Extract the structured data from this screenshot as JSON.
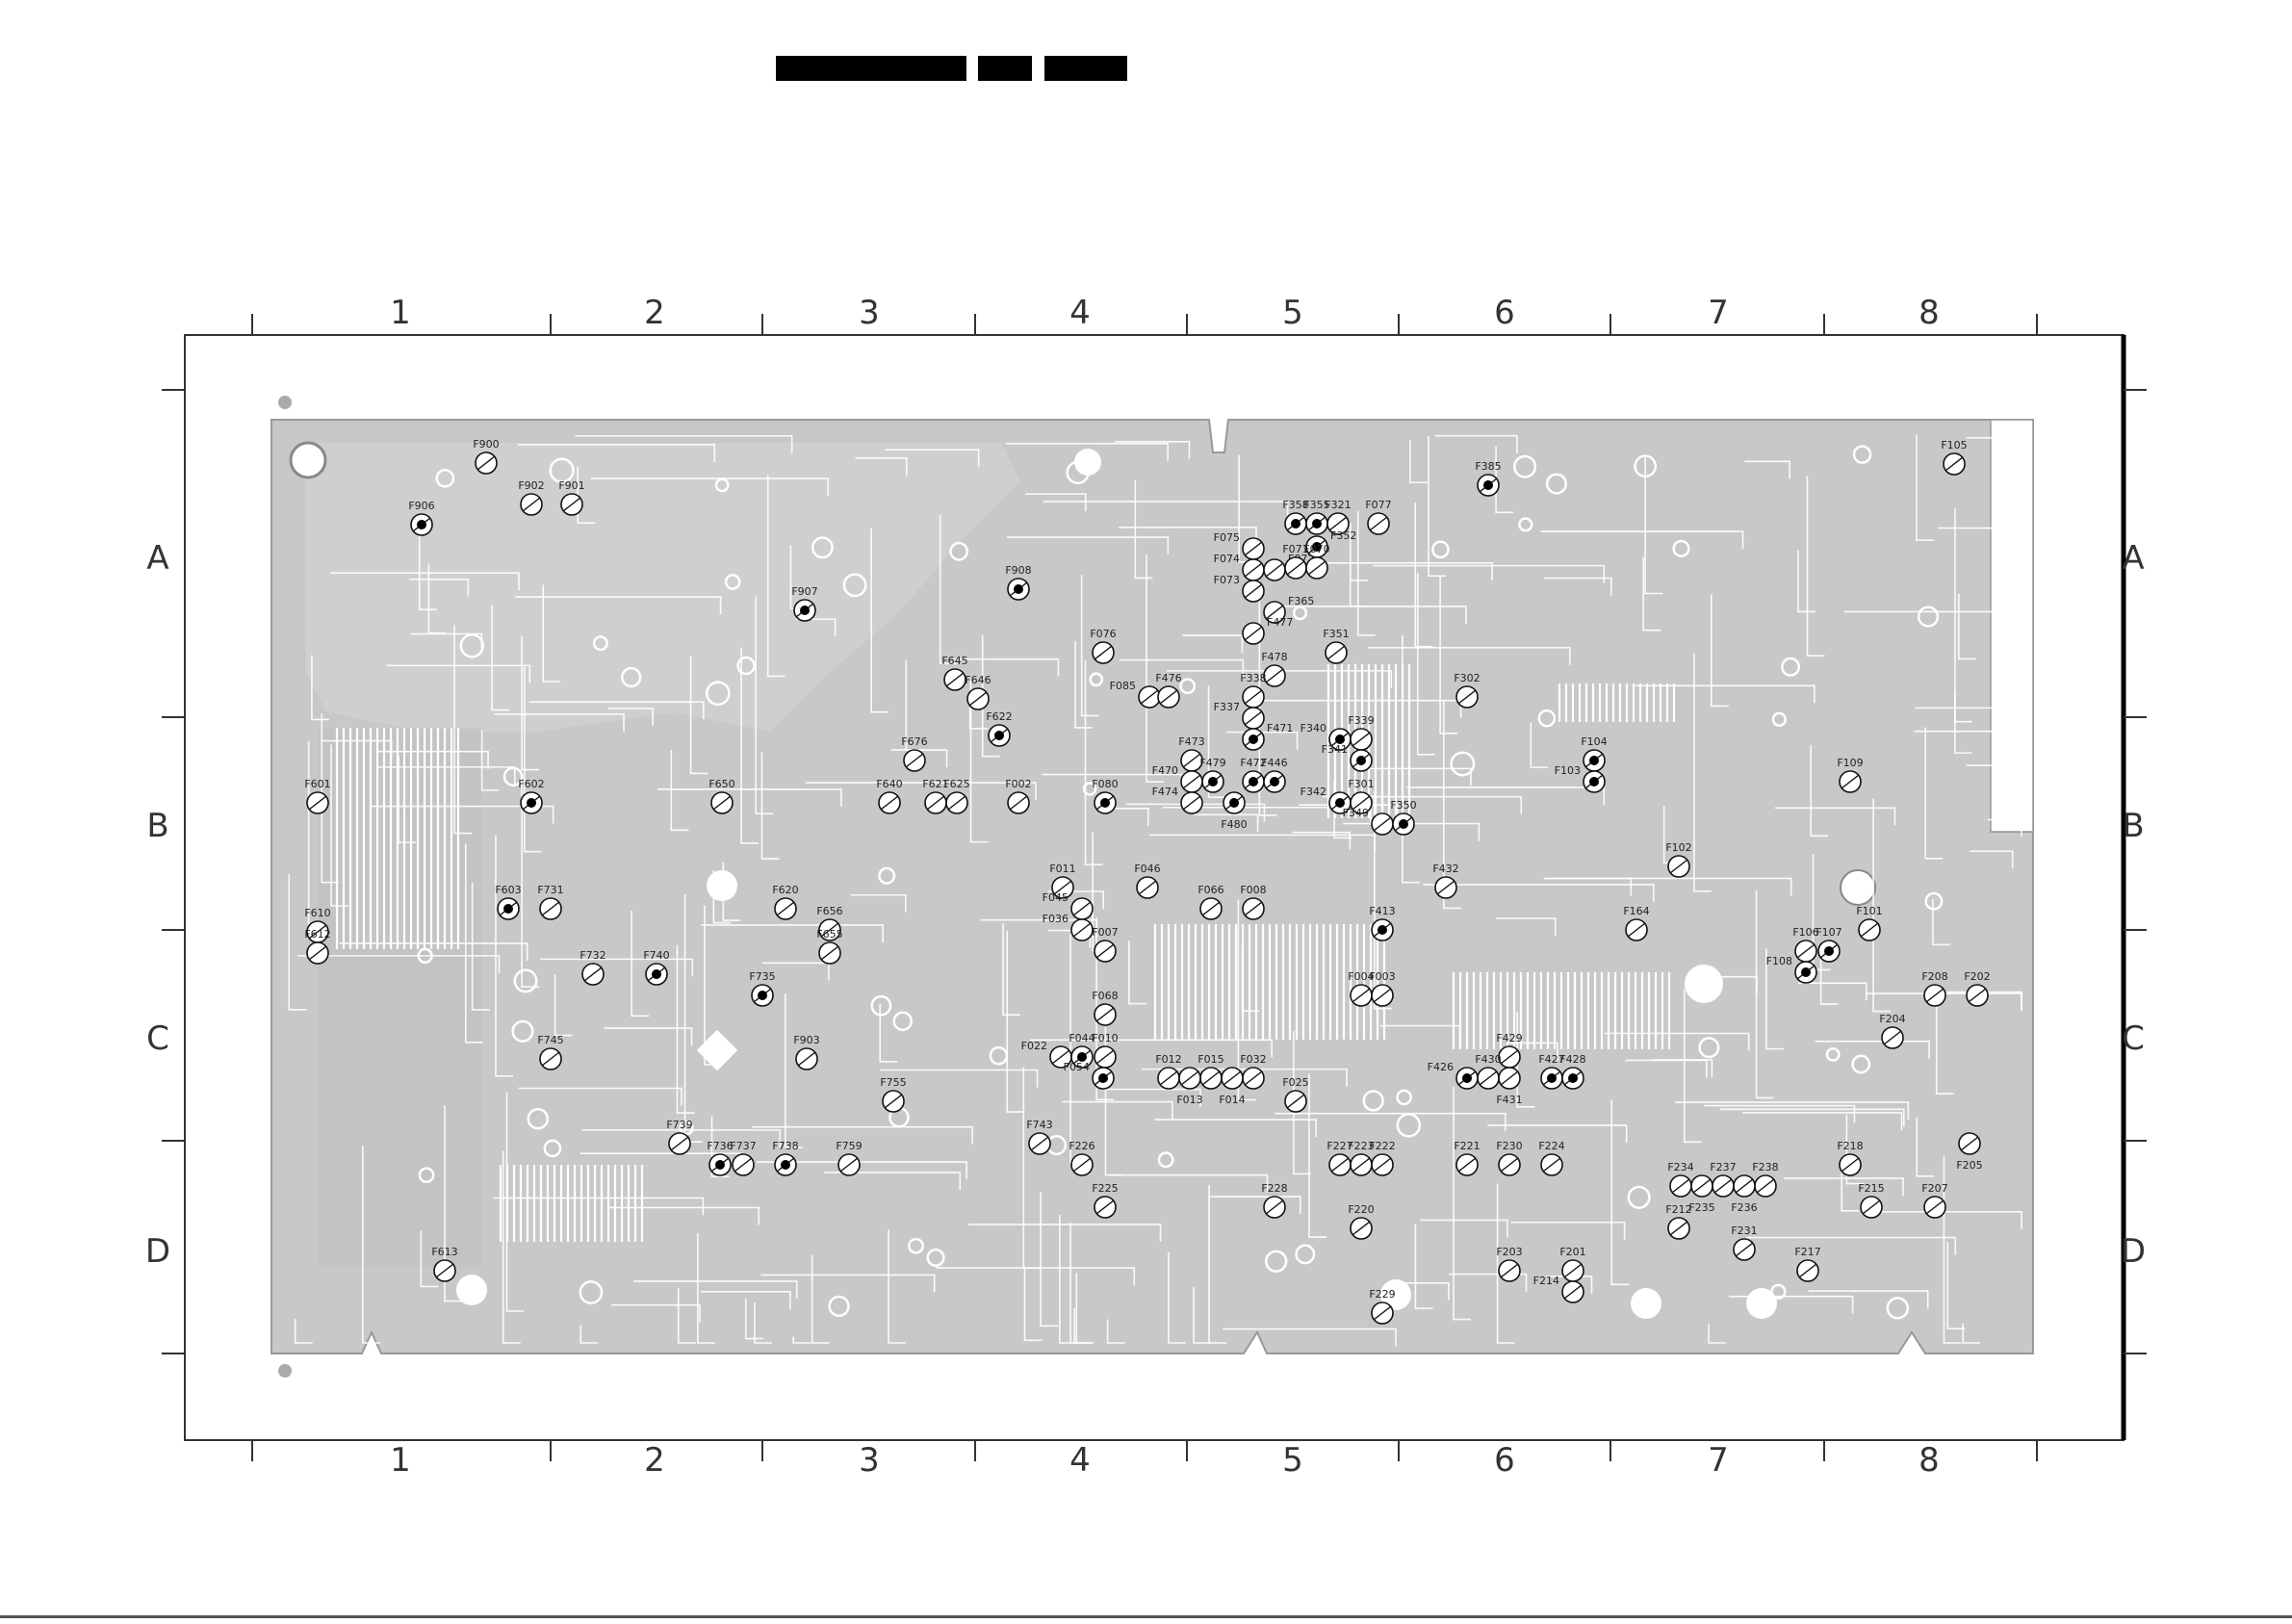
{
  "grid": {
    "columns": [
      "1",
      "2",
      "3",
      "4",
      "5",
      "6",
      "7",
      "8"
    ],
    "rows": [
      "A",
      "B",
      "C",
      "D"
    ]
  },
  "colors": {
    "copper": "#c8c8c8",
    "trace": "#ffffff",
    "frame": "#333333",
    "testpoint": "#000000"
  },
  "testpoints": [
    {
      "label": "F900",
      "fill": false
    },
    {
      "label": "F902",
      "fill": false
    },
    {
      "label": "F901",
      "fill": false
    },
    {
      "label": "F906",
      "fill": true
    },
    {
      "label": "F907",
      "fill": true
    },
    {
      "label": "F908",
      "fill": true
    },
    {
      "label": "F645",
      "fill": false
    },
    {
      "label": "F646",
      "fill": false
    },
    {
      "label": "F622",
      "fill": true
    },
    {
      "label": "F676",
      "fill": false
    },
    {
      "label": "F640",
      "fill": false
    },
    {
      "label": "F621",
      "fill": false
    },
    {
      "label": "F625",
      "fill": false
    },
    {
      "label": "F002",
      "fill": false
    },
    {
      "label": "F650",
      "fill": false
    },
    {
      "label": "F601",
      "fill": false
    },
    {
      "label": "F602",
      "fill": true
    },
    {
      "label": "F603",
      "fill": true
    },
    {
      "label": "F731",
      "fill": false
    },
    {
      "label": "F610",
      "fill": false
    },
    {
      "label": "F612",
      "fill": false
    },
    {
      "label": "F732",
      "fill": false
    },
    {
      "label": "F740",
      "fill": true
    },
    {
      "label": "F620",
      "fill": false
    },
    {
      "label": "F656",
      "fill": false
    },
    {
      "label": "F655",
      "fill": false
    },
    {
      "label": "F735",
      "fill": true
    },
    {
      "label": "F745",
      "fill": false
    },
    {
      "label": "F903",
      "fill": false
    },
    {
      "label": "F755",
      "fill": false
    },
    {
      "label": "F739",
      "fill": false
    },
    {
      "label": "F736",
      "fill": true
    },
    {
      "label": "F737",
      "fill": false
    },
    {
      "label": "F738",
      "fill": true
    },
    {
      "label": "F759",
      "fill": false
    },
    {
      "label": "F743",
      "fill": false
    },
    {
      "label": "F613",
      "fill": false
    },
    {
      "label": "F076",
      "fill": false
    },
    {
      "label": "F085",
      "fill": false
    },
    {
      "label": "F476",
      "fill": false
    },
    {
      "label": "F075",
      "fill": false
    },
    {
      "label": "F074",
      "fill": false
    },
    {
      "label": "F358",
      "fill": true
    },
    {
      "label": "F355",
      "fill": true
    },
    {
      "label": "F321",
      "fill": false
    },
    {
      "label": "F077",
      "fill": false
    },
    {
      "label": "F073",
      "fill": false
    },
    {
      "label": "F072",
      "fill": false
    },
    {
      "label": "F352",
      "fill": true
    },
    {
      "label": "F071",
      "fill": false
    },
    {
      "label": "F070",
      "fill": false
    },
    {
      "label": "F365",
      "fill": false
    },
    {
      "label": "F477",
      "fill": false
    },
    {
      "label": "F351",
      "fill": false
    },
    {
      "label": "F478",
      "fill": false
    },
    {
      "label": "F338",
      "fill": false
    },
    {
      "label": "F337",
      "fill": false
    },
    {
      "label": "F340",
      "fill": true
    },
    {
      "label": "F339",
      "fill": false
    },
    {
      "label": "F341",
      "fill": true
    },
    {
      "label": "F473",
      "fill": false
    },
    {
      "label": "F471",
      "fill": true
    },
    {
      "label": "F479",
      "fill": true
    },
    {
      "label": "F472",
      "fill": true
    },
    {
      "label": "F446",
      "fill": true
    },
    {
      "label": "F470",
      "fill": false
    },
    {
      "label": "F474",
      "fill": false
    },
    {
      "label": "F480",
      "fill": true
    },
    {
      "label": "F342",
      "fill": true
    },
    {
      "label": "F301",
      "fill": false
    },
    {
      "label": "F349",
      "fill": false
    },
    {
      "label": "F350",
      "fill": true
    },
    {
      "label": "F385",
      "fill": true
    },
    {
      "label": "F302",
      "fill": false
    },
    {
      "label": "F080",
      "fill": true
    },
    {
      "label": "F011",
      "fill": false
    },
    {
      "label": "F046",
      "fill": false
    },
    {
      "label": "F066",
      "fill": false
    },
    {
      "label": "F008",
      "fill": false
    },
    {
      "label": "F045",
      "fill": false
    },
    {
      "label": "F036",
      "fill": false
    },
    {
      "label": "F007",
      "fill": false
    },
    {
      "label": "F413",
      "fill": true
    },
    {
      "label": "F432",
      "fill": false
    },
    {
      "label": "F068",
      "fill": false
    },
    {
      "label": "F004",
      "fill": false
    },
    {
      "label": "F003",
      "fill": false
    },
    {
      "label": "F022",
      "fill": false
    },
    {
      "label": "F044",
      "fill": true
    },
    {
      "label": "F010",
      "fill": false
    },
    {
      "label": "F054",
      "fill": true
    },
    {
      "label": "F012",
      "fill": false
    },
    {
      "label": "F015",
      "fill": false
    },
    {
      "label": "F032",
      "fill": false
    },
    {
      "label": "F013",
      "fill": false
    },
    {
      "label": "F014",
      "fill": false
    },
    {
      "label": "F025",
      "fill": false
    },
    {
      "label": "F429",
      "fill": false
    },
    {
      "label": "F430",
      "fill": false
    },
    {
      "label": "F427",
      "fill": true
    },
    {
      "label": "F428",
      "fill": true
    },
    {
      "label": "F426",
      "fill": true
    },
    {
      "label": "F431",
      "fill": false
    },
    {
      "label": "F226",
      "fill": false
    },
    {
      "label": "F225",
      "fill": false
    },
    {
      "label": "F227",
      "fill": false
    },
    {
      "label": "F223",
      "fill": false
    },
    {
      "label": "F222",
      "fill": false
    },
    {
      "label": "F228",
      "fill": false
    },
    {
      "label": "F221",
      "fill": false
    },
    {
      "label": "F230",
      "fill": false
    },
    {
      "label": "F224",
      "fill": false
    },
    {
      "label": "F220",
      "fill": false
    },
    {
      "label": "F229",
      "fill": false
    },
    {
      "label": "F203",
      "fill": false
    },
    {
      "label": "F201",
      "fill": false
    },
    {
      "label": "F214",
      "fill": false
    },
    {
      "label": "F105",
      "fill": false
    },
    {
      "label": "F104",
      "fill": true
    },
    {
      "label": "F103",
      "fill": true
    },
    {
      "label": "F109",
      "fill": false
    },
    {
      "label": "F102",
      "fill": false
    },
    {
      "label": "F164",
      "fill": false
    },
    {
      "label": "F101",
      "fill": false
    },
    {
      "label": "F107",
      "fill": true
    },
    {
      "label": "F106",
      "fill": false
    },
    {
      "label": "F108",
      "fill": true
    },
    {
      "label": "F208",
      "fill": false
    },
    {
      "label": "F202",
      "fill": false
    },
    {
      "label": "F204",
      "fill": false
    },
    {
      "label": "F205",
      "fill": false
    },
    {
      "label": "F234",
      "fill": false
    },
    {
      "label": "F237",
      "fill": false
    },
    {
      "label": "F238",
      "fill": false
    },
    {
      "label": "F235",
      "fill": false
    },
    {
      "label": "F236",
      "fill": false
    },
    {
      "label": "F218",
      "fill": false
    },
    {
      "label": "F215",
      "fill": false
    },
    {
      "label": "F207",
      "fill": false
    },
    {
      "label": "F212",
      "fill": false
    },
    {
      "label": "F231",
      "fill": false
    },
    {
      "label": "F217",
      "fill": false
    }
  ]
}
